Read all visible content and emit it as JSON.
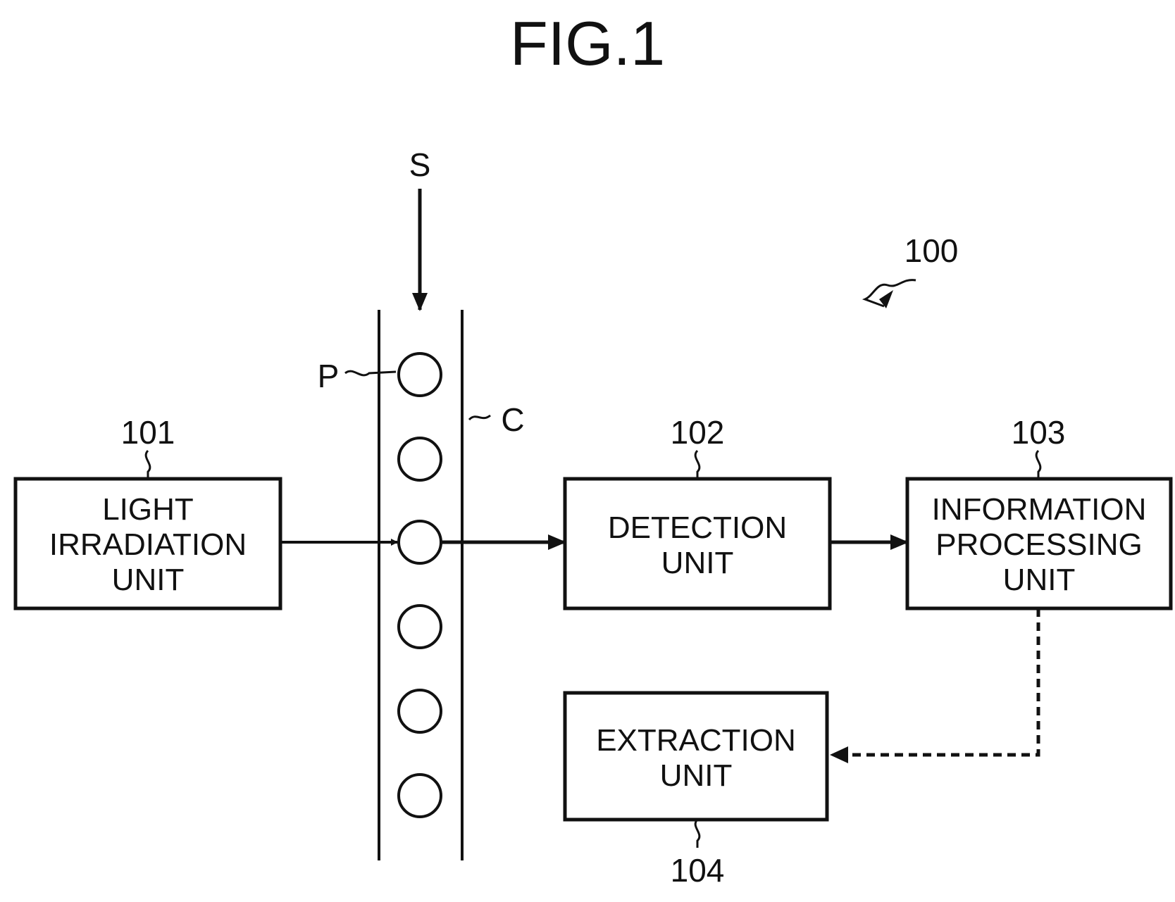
{
  "figure": {
    "title": "FIG.1",
    "system_ref": "100",
    "sample_label": "S",
    "particle_label": "P",
    "channel_label": "C"
  },
  "blocks": {
    "light_irradiation": {
      "ref": "101",
      "lines": [
        "LIGHT",
        "IRRADIATION",
        "UNIT"
      ]
    },
    "detection": {
      "ref": "102",
      "lines": [
        "DETECTION",
        "UNIT"
      ]
    },
    "information_processing": {
      "ref": "103",
      "lines": [
        "INFORMATION",
        "PROCESSING",
        "UNIT"
      ]
    },
    "extraction": {
      "ref": "104",
      "lines": [
        "EXTRACTION",
        "UNIT"
      ]
    }
  },
  "connections": [
    {
      "from": "light_irradiation",
      "to": "channel",
      "style": "solid"
    },
    {
      "from": "channel",
      "to": "detection",
      "style": "solid"
    },
    {
      "from": "detection",
      "to": "information_processing",
      "style": "solid"
    },
    {
      "from": "information_processing",
      "to": "extraction",
      "style": "dashed"
    }
  ],
  "colors": {
    "ink": "#111111",
    "background": "#ffffff"
  }
}
